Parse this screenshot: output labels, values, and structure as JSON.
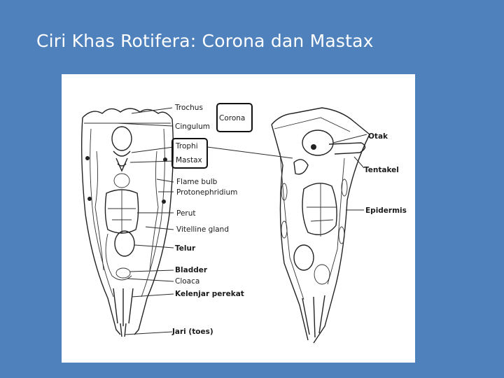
{
  "slide": {
    "title": "Ciri Khas Rotifera: Corona dan Mastax"
  },
  "colors": {
    "background": "#4f81bd",
    "title": "#ffffff",
    "figure_bg": "#ffffff",
    "ink": "#1a1a1a"
  },
  "diagram": {
    "left_labels": {
      "trochus": "Trochus",
      "cingulum": "Cingulum",
      "trophi": "Trophi",
      "mastax": "Mastax",
      "flame_bulb": "Flame bulb",
      "protonephridium": "Protonephridium",
      "perut": "Perut",
      "vitelline_gland": "Vitelline gland",
      "telur": "Telur",
      "bladder": "Bladder",
      "cloaca": "Cloaca",
      "kelenjar_perekat": "Kelenjar perekat",
      "jari": "Jari (toes)"
    },
    "corona_label": "Corona",
    "right_labels": {
      "otak": "Otak",
      "tentakel": "Tentakel",
      "epidermis": "Epidermis"
    }
  }
}
